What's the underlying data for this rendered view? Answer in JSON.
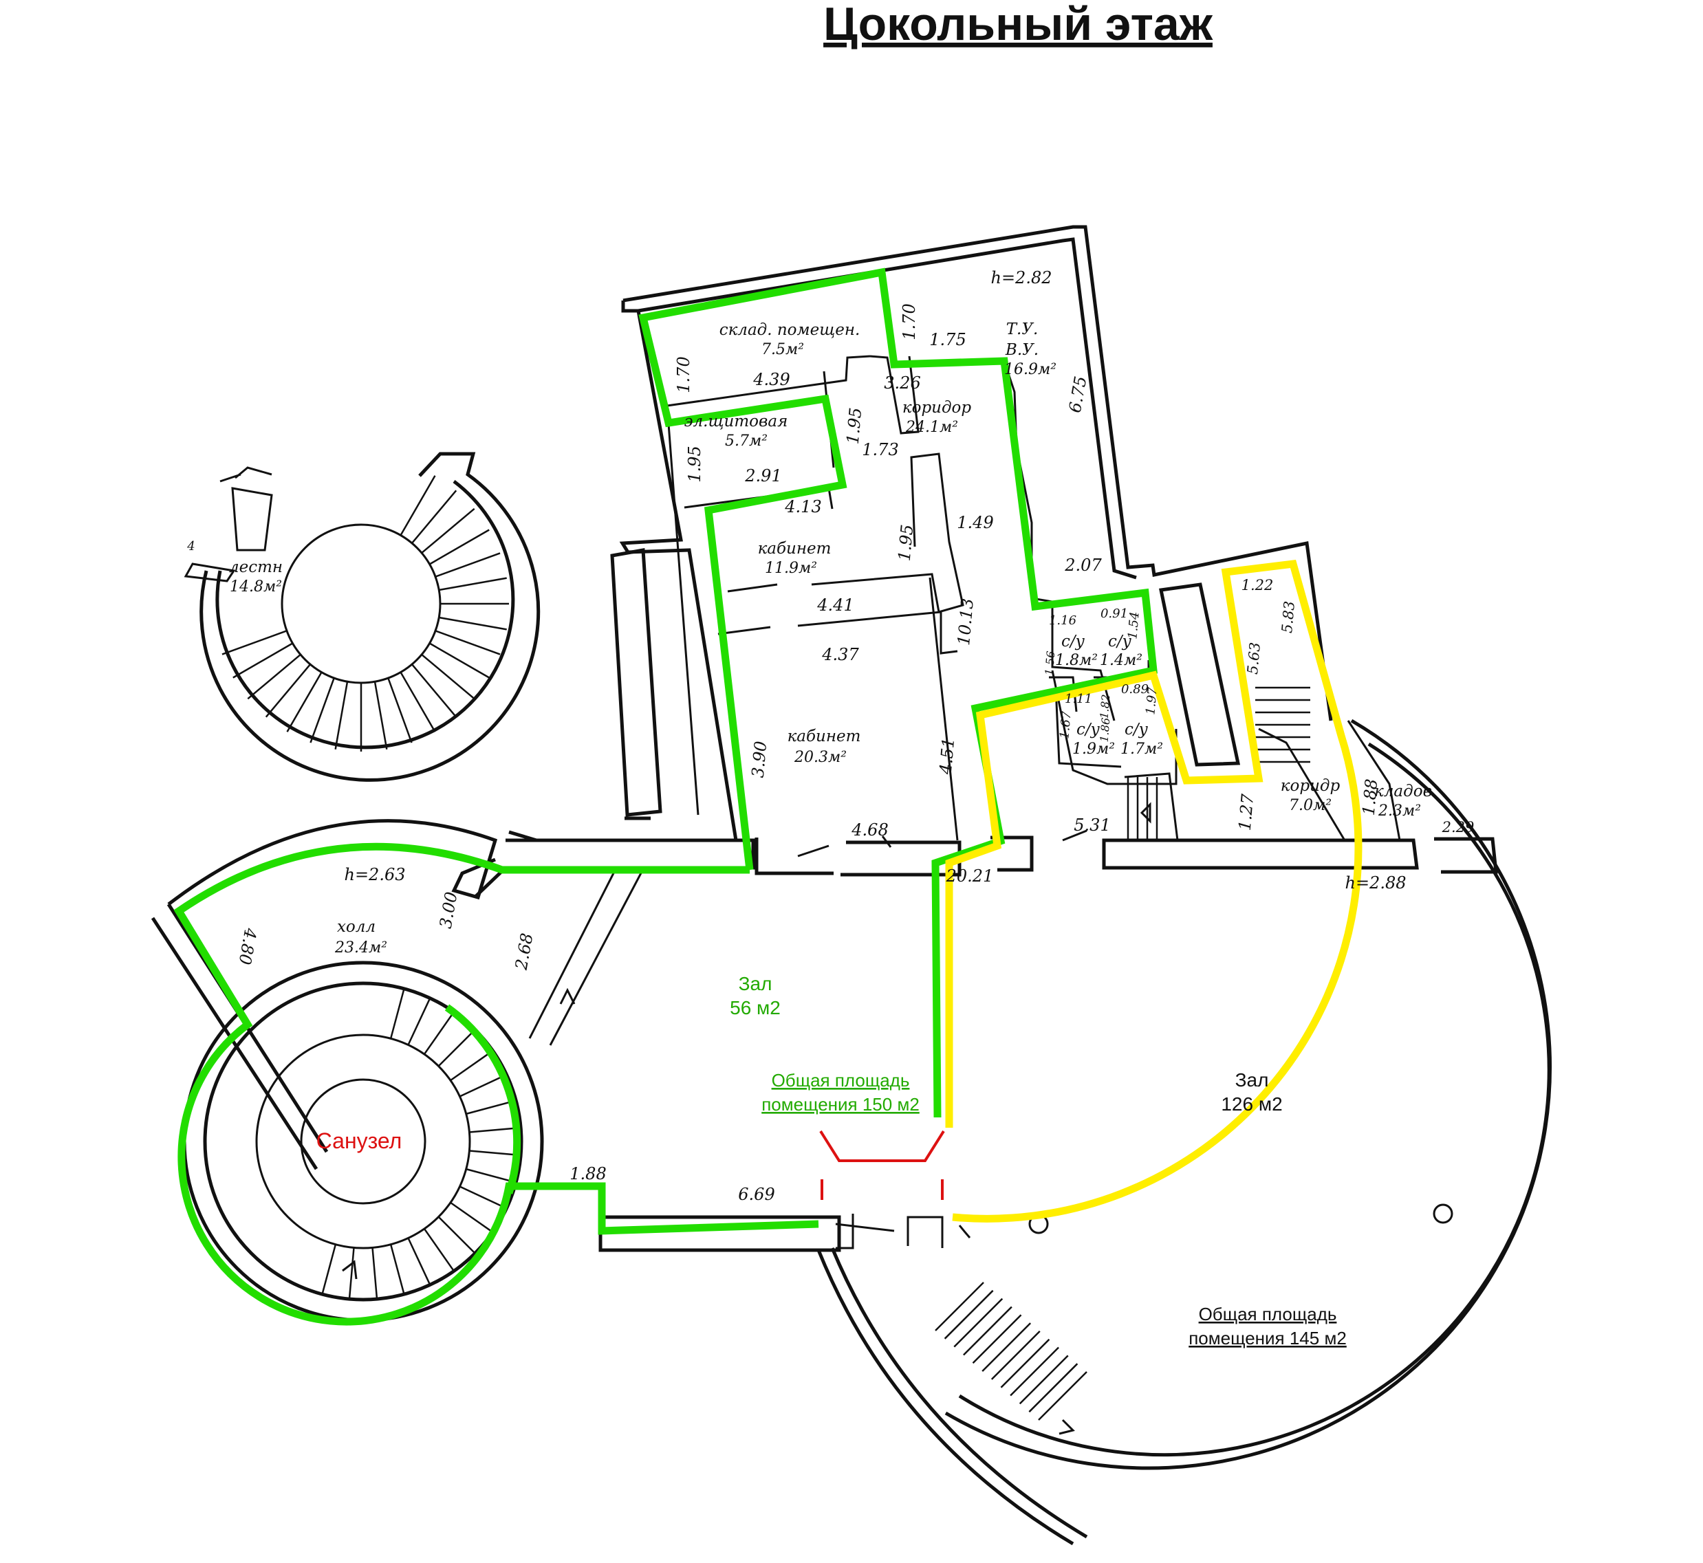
{
  "title": "Цокольный  этаж",
  "colors": {
    "zone_150": "#22dd00",
    "zone_145": "#ffee00",
    "sanuzel": "#dd1111",
    "walls": "#111111"
  },
  "rooms": {
    "sklad": {
      "name": "склад. помещен.",
      "area": "7.5м²"
    },
    "tu": {
      "name1": "Т.У.",
      "name2": "В.У.",
      "area": "16.9м²",
      "height": "h=2.82"
    },
    "shchit": {
      "name": "эл.щитовая",
      "area": "5.7м²"
    },
    "koridor": {
      "name": "коридор",
      "area": "24.1м²"
    },
    "kab1": {
      "name": "кабинет",
      "area": "11.9м²"
    },
    "kab2": {
      "name": "кабинет",
      "area": "20.3м²"
    },
    "su1": {
      "name": "с/у",
      "area": "1.8м²"
    },
    "su2": {
      "name": "с/у",
      "area": "1.4м²"
    },
    "su3": {
      "name": "с/у",
      "area": "1.9м²"
    },
    "su4": {
      "name": "с/у",
      "area": "1.7м²"
    },
    "korid": {
      "name": "коридр",
      "area": "7.0м²"
    },
    "klad": {
      "name": "кладов",
      "area": "2.3м²"
    },
    "lest": {
      "name": "лестн",
      "area": "14.8м²"
    },
    "holl": {
      "name": "холл",
      "area": "23.4м²",
      "height": "h=2.63"
    },
    "hall_height": "h=2.88"
  },
  "zones": {
    "zal56": {
      "line1": "Зал",
      "line2": "56 м2"
    },
    "zal126": {
      "line1": "Зал",
      "line2": "126 м2"
    },
    "total150": {
      "line1": "Общая площадь",
      "line2": "помещения 150 м2"
    },
    "total145": {
      "line1": "Общая площадь",
      "line2": "помещения 145 м2"
    },
    "sanuzel": "Санузел"
  },
  "dims": {
    "d1_70a": "1.70",
    "d1_70b": "1.70",
    "d1_75": "1.75",
    "d4_39": "4.39",
    "d3_26": "3.26",
    "d6_75": "6.75",
    "d1_95a": "1.95",
    "d1_95b": "1.95",
    "d1_95c": "1.95",
    "d1_73": "1.73",
    "d2_91": "2.91",
    "d4_13": "4.13",
    "d1_49": "1.49",
    "d2_07": "2.07",
    "d4_41": "4.41",
    "d10_13": "10.13",
    "d4_37": "4.37",
    "d1_16": "1.16",
    "d0_91": "0.91",
    "d1_54": "1.54",
    "d1_11": "1.11",
    "d0_89": "0.89",
    "d1_97": "1.97",
    "d1_67": "1.67",
    "d1_82": "1.82",
    "d1_86": "1.86",
    "d1_56": "1.56",
    "d3_90": "3.90",
    "d4_51": "4.51",
    "d4_68": "4.68",
    "d5_31": "5.31",
    "d20_21": "20.21",
    "d1_22": "1.22",
    "d5_83": "5.83",
    "d5_63": "5.63",
    "d1_27": "1.27",
    "d1_88a": "1.88",
    "d2_29": "2.29",
    "d3_00": "3.00",
    "d2_68": "2.68",
    "d4_80": "4.80",
    "d1_88b": "1.88",
    "d6_69": "6.69",
    "mark4": "4"
  }
}
